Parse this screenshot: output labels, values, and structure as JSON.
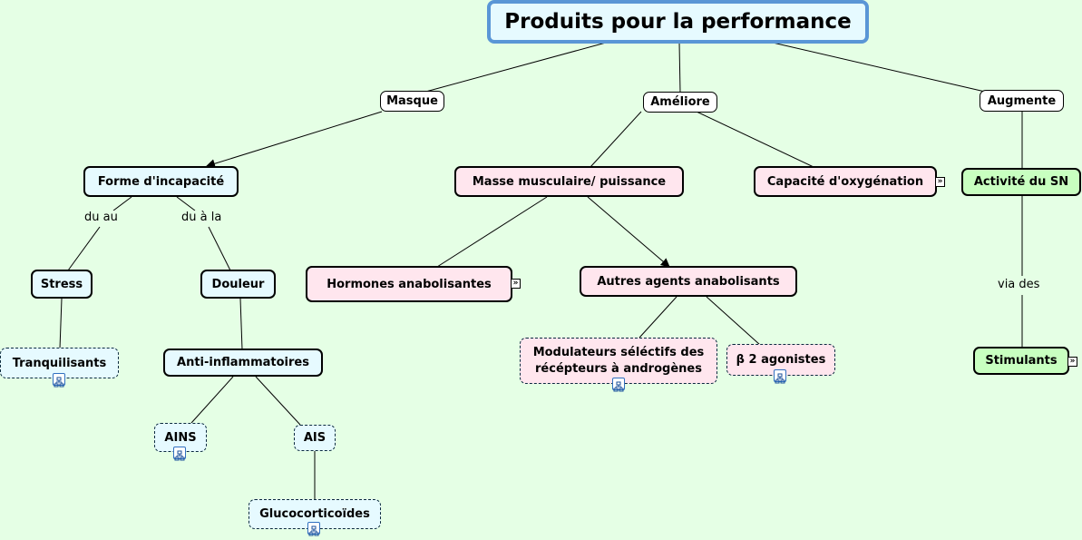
{
  "title": "Produits pour la performance",
  "links": {
    "masque": "Masque",
    "ameliore": "Améliore",
    "augmente": "Augmente",
    "du_au": "du au",
    "du_a_la": "du à la",
    "via_des": "via des"
  },
  "concepts": {
    "forme": "Forme d'incapacité",
    "masse": "Masse musculaire/ puissance",
    "capacite": "Capacité d'oxygénation",
    "activite": "Activité du SN",
    "stress": "Stress",
    "douleur": "Douleur",
    "hormones": "Hormones anabolisantes",
    "autres": "Autres agents anabolisants",
    "stimulants": "Stimulants",
    "tranquilisants": "Tranquilisants",
    "anti": "Anti-inflammatoires",
    "modulateurs_l1": "Modulateurs séléctifs des",
    "modulateurs_l2": "récépteurs à androgènes",
    "beta": "β 2 agonistes",
    "ains": "AINS",
    "ais": "AIS",
    "gluco": "Glucocorticoïdes"
  },
  "icons": {
    "expand": "expand-arrow-icon",
    "submap": "submap-icon"
  },
  "colors": {
    "background": "#e5ffe5",
    "title_border": "#5a96d6",
    "blue_node": "#e6faff",
    "pink_node": "#ffe6ee",
    "green_node": "#c8ffc0"
  }
}
